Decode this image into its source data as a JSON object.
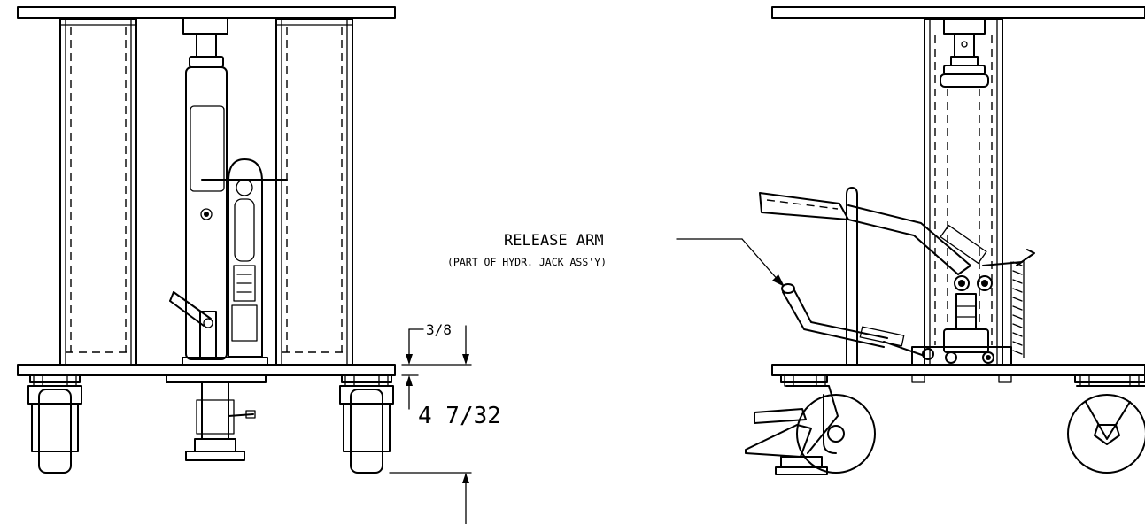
{
  "callout": {
    "label": "RELEASE ARM",
    "sublabel": "(PART OF HYDR. JACK ASS'Y)"
  },
  "dimensions": {
    "plate_thickness": "3/8",
    "base_height": "4 7/32"
  }
}
